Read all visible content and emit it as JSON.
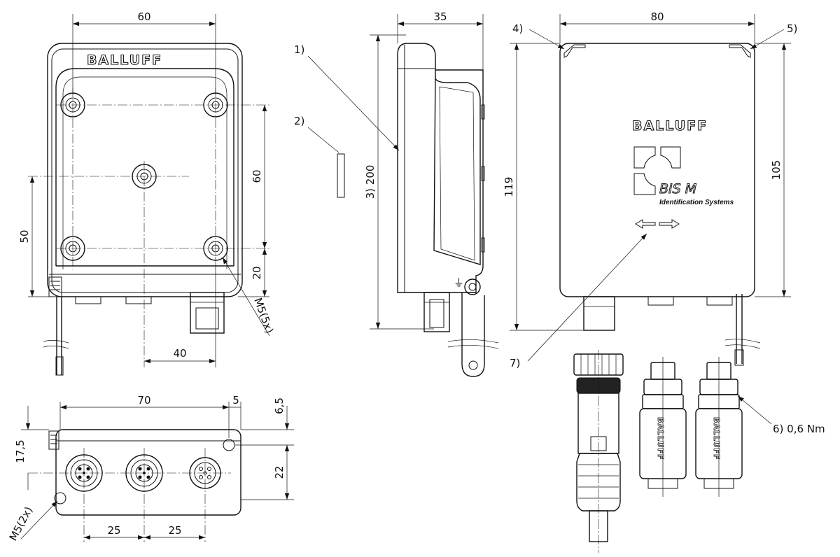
{
  "drawing": {
    "brand": "BALLUFF",
    "product": "BIS M",
    "product_subtitle": "Identification Systems",
    "front_view": {
      "dim_top": "60",
      "dim_right_top": "60",
      "dim_left": "50",
      "dim_right_bottom": "20",
      "dim_bottom": "40",
      "thread_callout": "M5(5x)"
    },
    "side_view": {
      "dim_top": "35",
      "dim_height": "3)  200",
      "callout_1": "1)",
      "callout_2": "2)"
    },
    "rear_view": {
      "dim_top": "80",
      "dim_left": "119",
      "dim_right": "105",
      "callout_4": "4)",
      "callout_5": "5)",
      "callout_7": "7)"
    },
    "bottom_view": {
      "dim_width": "70",
      "dim_5": "5",
      "dim_6_5": "6,5",
      "dim_17_5": "17,5",
      "dim_22": "22",
      "dim_25_left": "25",
      "dim_25_right": "25",
      "thread_callout": "M5(2x)"
    },
    "connectors": {
      "torque_callout": "6) 0,6 Nm"
    }
  }
}
